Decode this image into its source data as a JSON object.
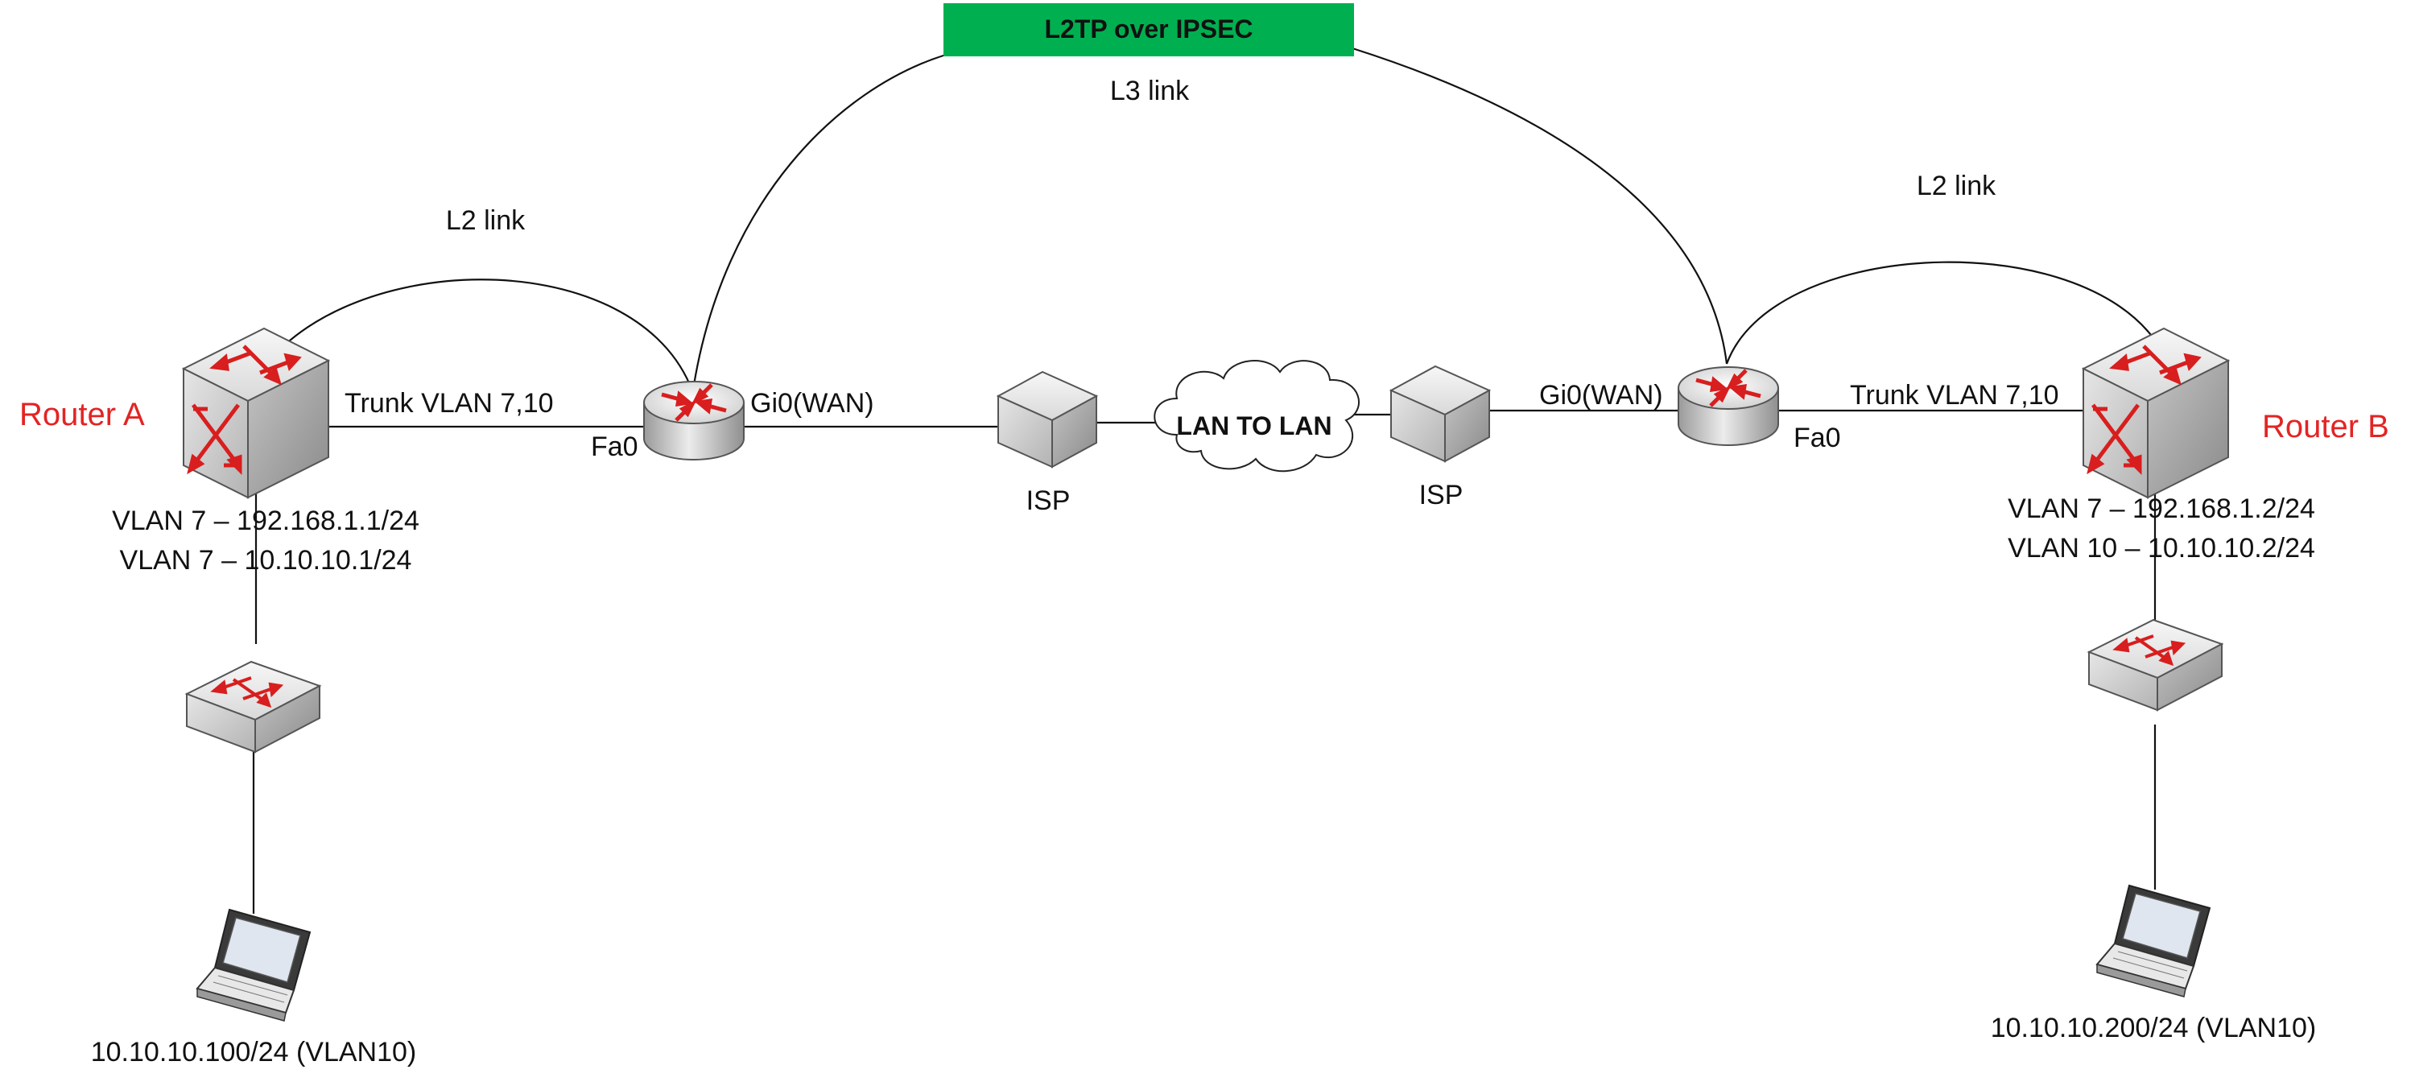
{
  "colors": {
    "router_label": "#e32424",
    "tunnel_bg": "#00b050",
    "arrow": "#d81e1e",
    "line": "#111111"
  },
  "icons": {
    "layer3_switch": "layer3-switch-icon",
    "router": "router-icon",
    "isp": "isp-box-icon",
    "cloud": "cloud-icon",
    "switch": "switch-icon",
    "laptop": "laptop-icon"
  },
  "tunnel": {
    "label": "L2TP over IPSEC"
  },
  "links": {
    "l3": "L3 link",
    "l2_left": "L2 link",
    "l2_right": "L2 link"
  },
  "left": {
    "router_name": "Router A",
    "trunk": "Trunk VLAN 7,10",
    "fa": "Fa0",
    "wan": "Gi0(WAN)",
    "vlan_line1": "VLAN 7 – 192.168.1.1/24",
    "vlan_line2": "VLAN 7 – 10.10.10.1/24",
    "isp": "ISP",
    "host": "10.10.10.100/24 (VLAN10)"
  },
  "center": {
    "cloud": "LAN TO LAN"
  },
  "right": {
    "router_name": "Router B",
    "trunk": "Trunk VLAN 7,10",
    "fa": "Fa0",
    "wan": "Gi0(WAN)",
    "vlan_line1": "VLAN 7 – 192.168.1.2/24",
    "vlan_line2": "VLAN 10 – 10.10.10.2/24",
    "isp": "ISP",
    "host": "10.10.10.200/24 (VLAN10)"
  }
}
